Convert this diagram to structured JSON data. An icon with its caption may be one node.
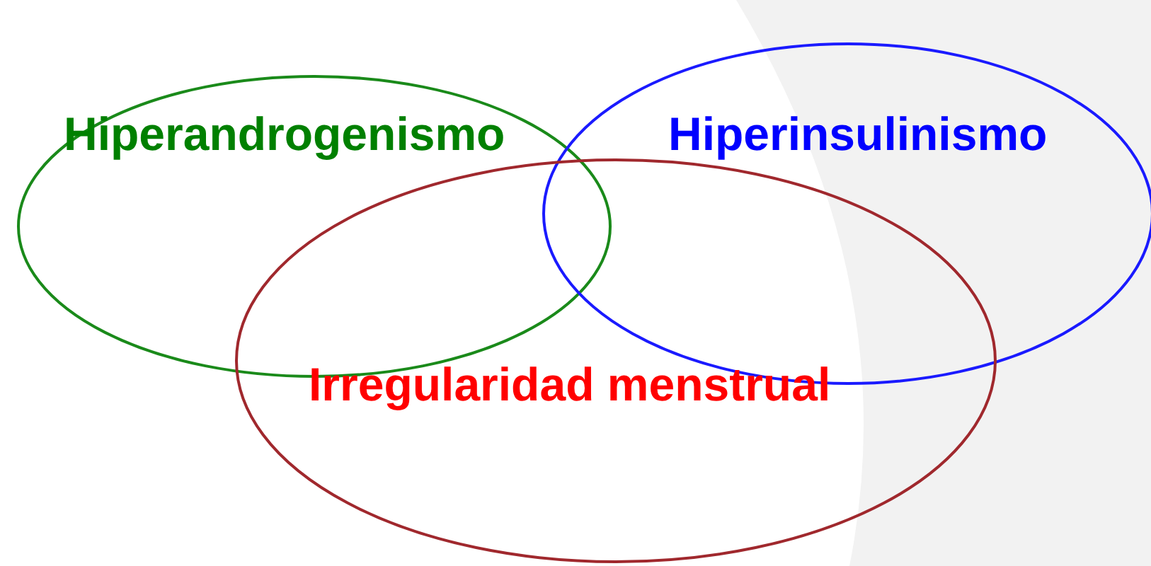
{
  "diagram": {
    "nodes": [
      {
        "text": [
          "Hiperandrogenismo"
        ]
      },
      {
        "text": [
          "Hiperinsulinismo"
        ]
      },
      {
        "text": [
          "Irregularidad menstrual"
        ]
      }
    ]
  }
}
